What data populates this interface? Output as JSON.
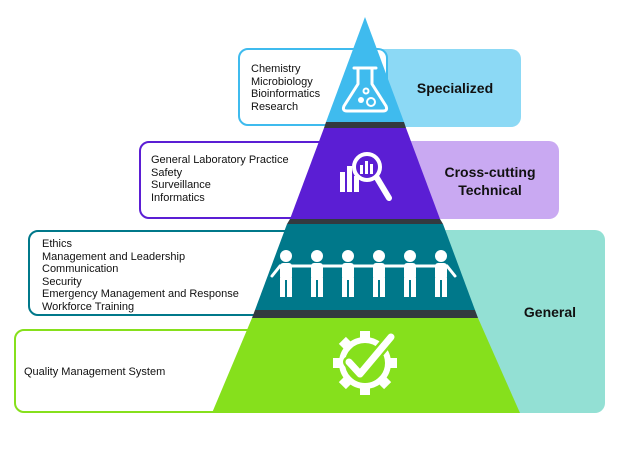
{
  "tiers": [
    {
      "id": "specialized",
      "label": "Specialized",
      "label_lines": [
        "Specialized"
      ],
      "items": [
        "Chemistry",
        "Microbiology",
        "Bioinformatics",
        "Research"
      ],
      "icon": "flask-icon",
      "color_tier": "#3fbbee",
      "color_panel": "#8cd9f5",
      "color_border": "#3fbbee"
    },
    {
      "id": "cross-cutting-technical",
      "label": "Cross-cutting Technical",
      "label_lines": [
        "Cross-cutting",
        "Technical"
      ],
      "items": [
        "General Laboratory Practice",
        "Safety",
        "Surveillance",
        "Informatics"
      ],
      "icon": "magnifier-chart-icon",
      "color_tier": "#5b1ed4",
      "color_panel": "#c9a9f2",
      "color_border": "#5b1ed4"
    },
    {
      "id": "general-people",
      "label": "",
      "items": [
        "Ethics",
        "Management and Leadership",
        "Communication",
        "Security",
        "Emergency Management and Response",
        "Workforce Training"
      ],
      "icon": "people-chain-icon",
      "color_tier": "#00788a",
      "color_border": "#00788a"
    },
    {
      "id": "general-quality",
      "label": "",
      "items": [
        "Quality Management System"
      ],
      "icon": "gear-check-icon",
      "color_tier": "#86e01c",
      "color_border": "#86e01c"
    }
  ],
  "general_label": "General",
  "general_panel_color": "#93e0d4"
}
